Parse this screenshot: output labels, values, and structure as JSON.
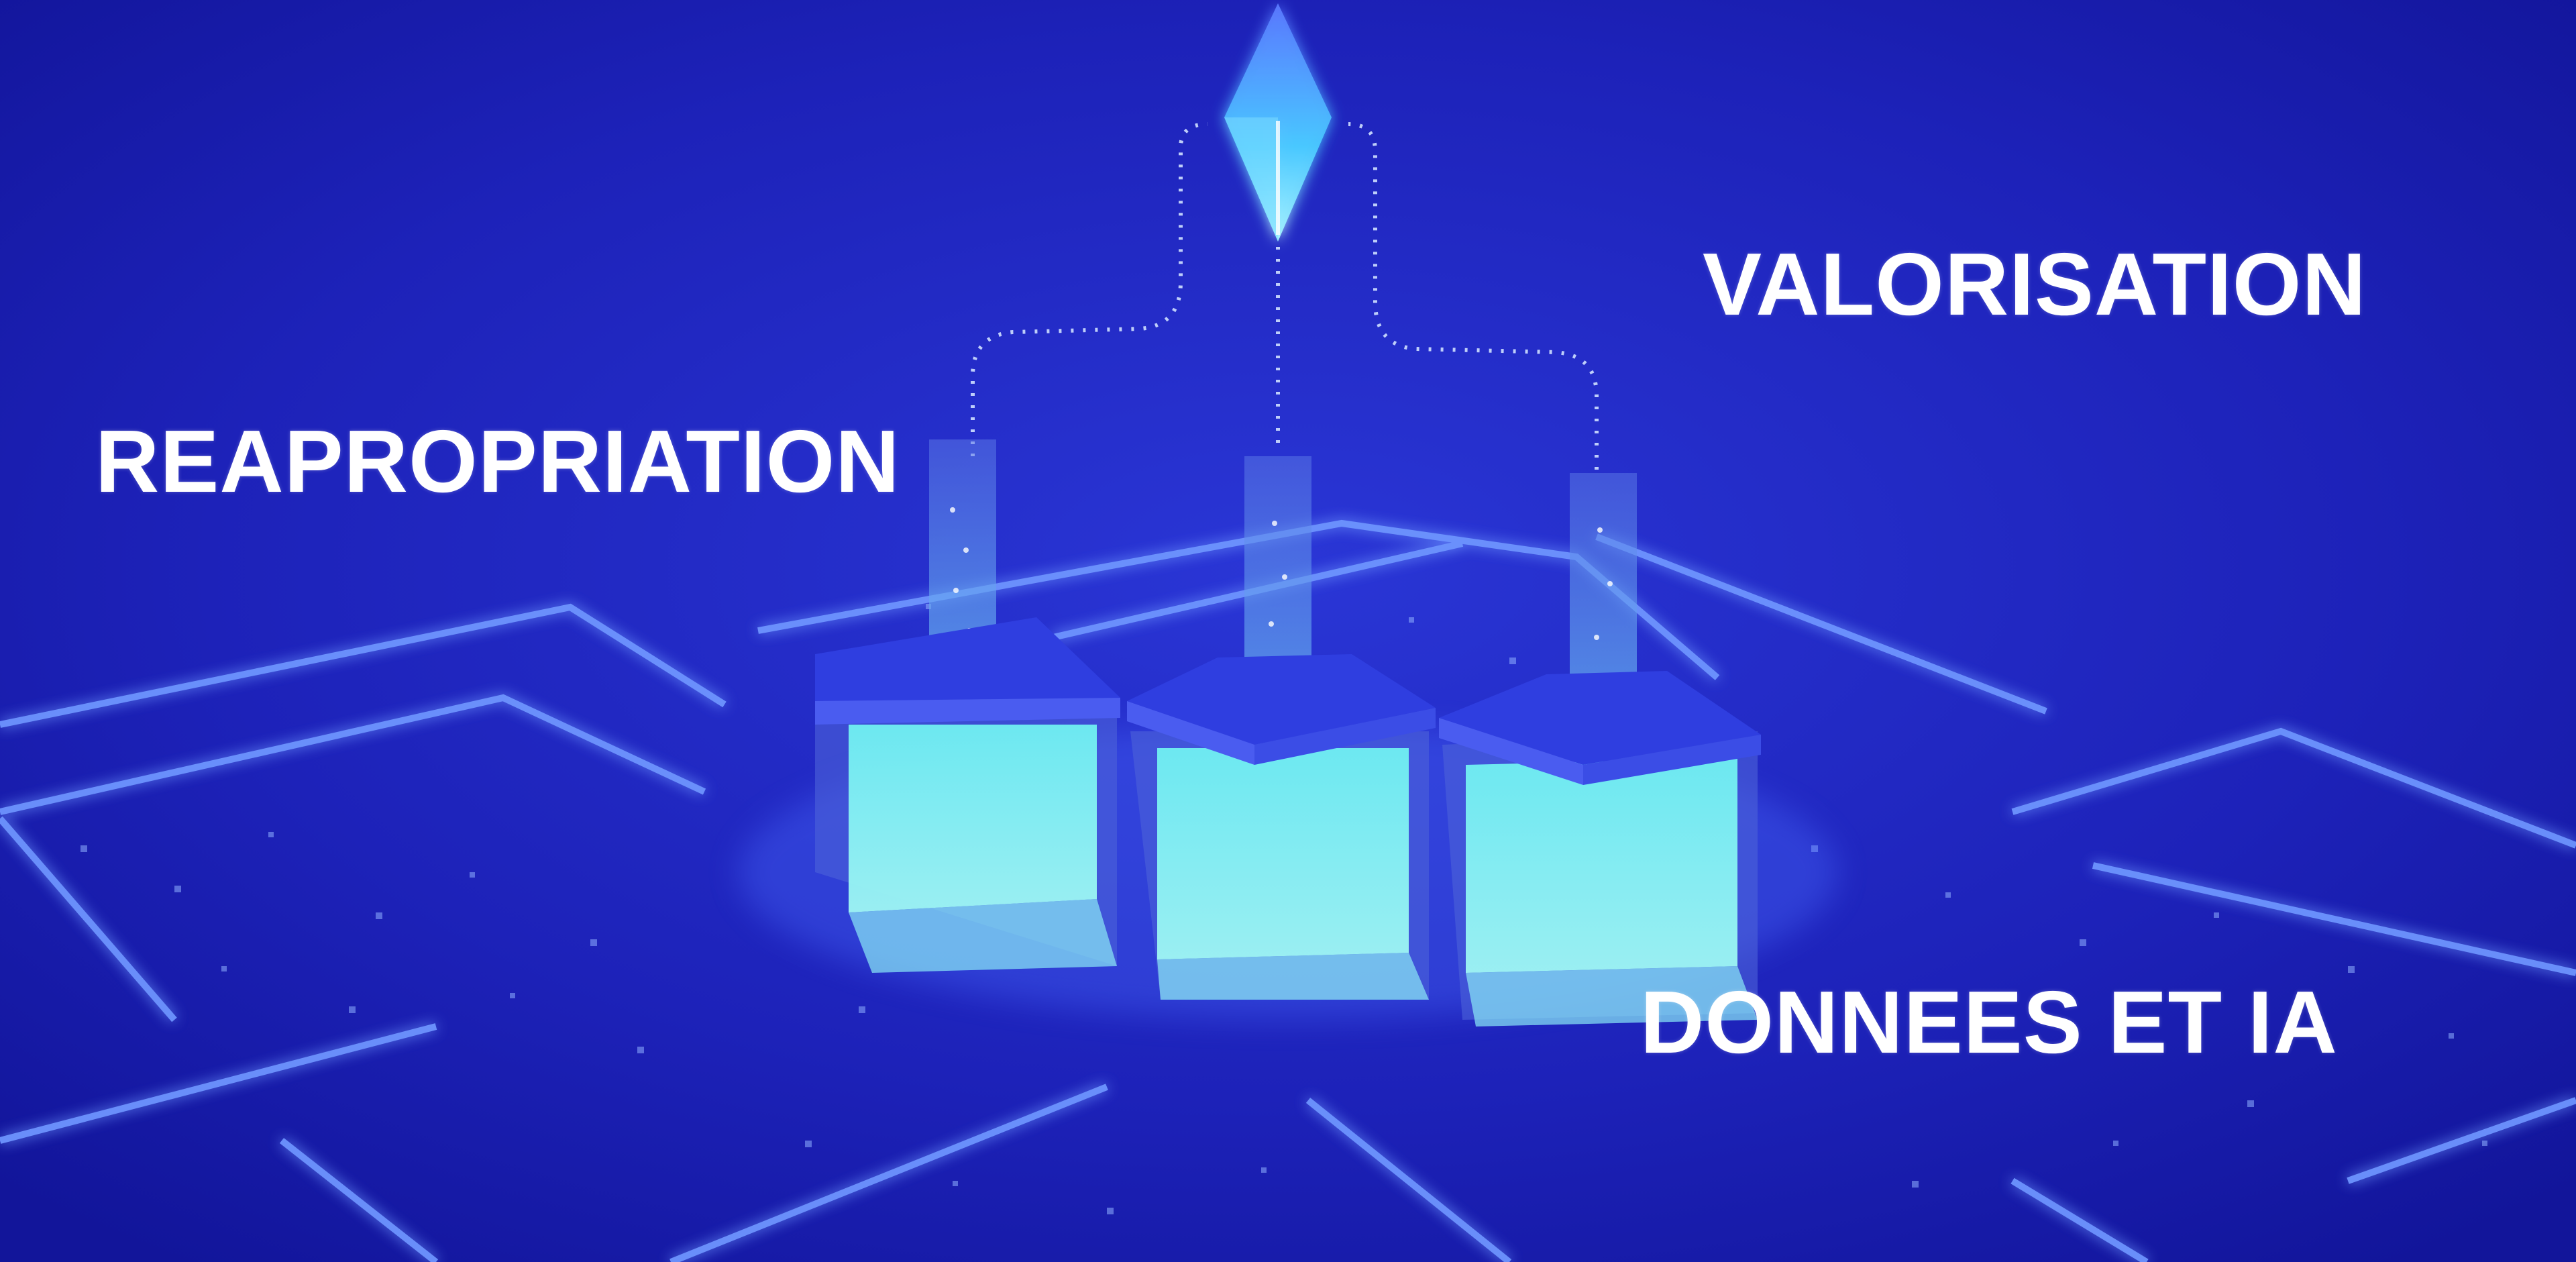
{
  "labels": {
    "reapropriation": "REAPROPRIATION",
    "valorisation": "VALORISATION",
    "donnees_ia": "DONNEES ET IA"
  },
  "colors": {
    "background": "#1b1fb8",
    "glow_line": "#5f8cff",
    "cube_face": "#7ef3f0",
    "cube_top": "#2f3ee0",
    "text": "#ffffff"
  }
}
